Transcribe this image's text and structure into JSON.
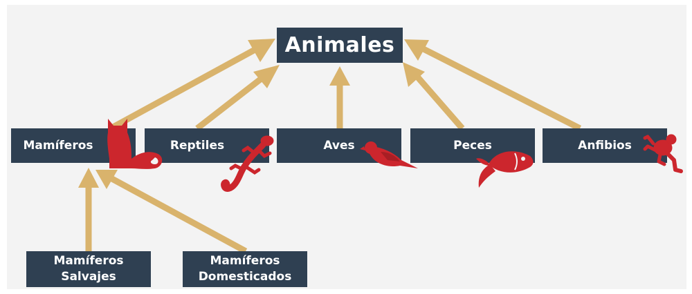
{
  "colors": {
    "box": "#2f4052",
    "arrow": "#d9b36c",
    "icon": "#cc262d",
    "background": "#f3f3f3"
  },
  "root": {
    "label": "Animales"
  },
  "categories": [
    {
      "label": "Mamíferos",
      "icon": "cat-icon"
    },
    {
      "label": "Reptiles",
      "icon": "lizard-icon"
    },
    {
      "label": "Aves",
      "icon": "bird-icon"
    },
    {
      "label": "Peces",
      "icon": "fish-icon"
    },
    {
      "label": "Anfibios",
      "icon": "frog-icon"
    }
  ],
  "subcategories": [
    {
      "line1": "Mamíferos",
      "line2": "Salvajes"
    },
    {
      "line1": "Mamíferos",
      "line2": "Domesticados"
    }
  ]
}
